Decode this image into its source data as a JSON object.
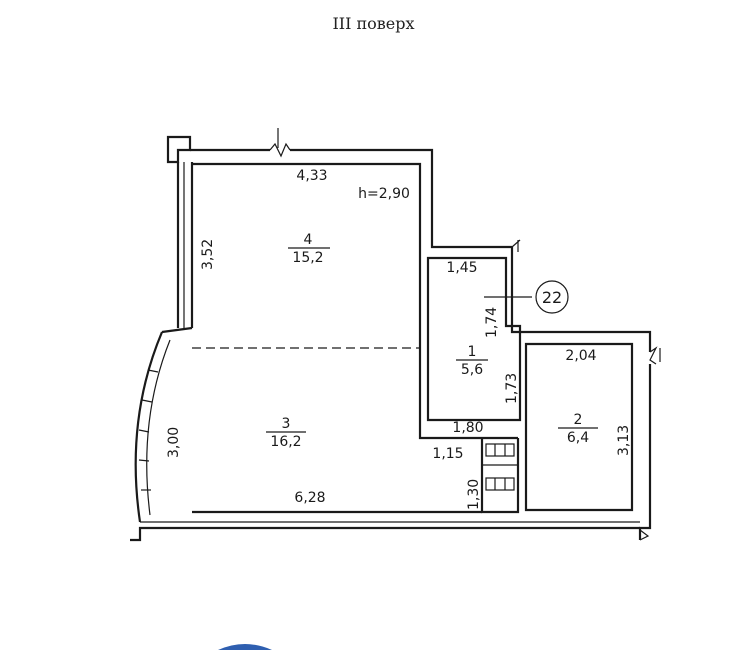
{
  "title": "III поверх",
  "unit_number": "22",
  "height_note": "h=2,90",
  "rooms": [
    {
      "number": "4",
      "area": "15,2"
    },
    {
      "number": "3",
      "area": "16,2"
    },
    {
      "number": "1",
      "area": "5,6"
    },
    {
      "number": "2",
      "area": "6,4"
    }
  ],
  "dimensions": {
    "room4_width": "4,33",
    "room4_depth": "3,52",
    "room3_depth": "3,00",
    "room3_width": "6,28",
    "room1_width_top": "1,45",
    "room1_depth_upper": "1,74",
    "room1_depth_lower": "1,73",
    "room1_width_bottom": "1,80",
    "room2_width": "2,04",
    "room2_depth": "3,13",
    "wc_width": "1,15",
    "wc_depth": "1,30"
  }
}
